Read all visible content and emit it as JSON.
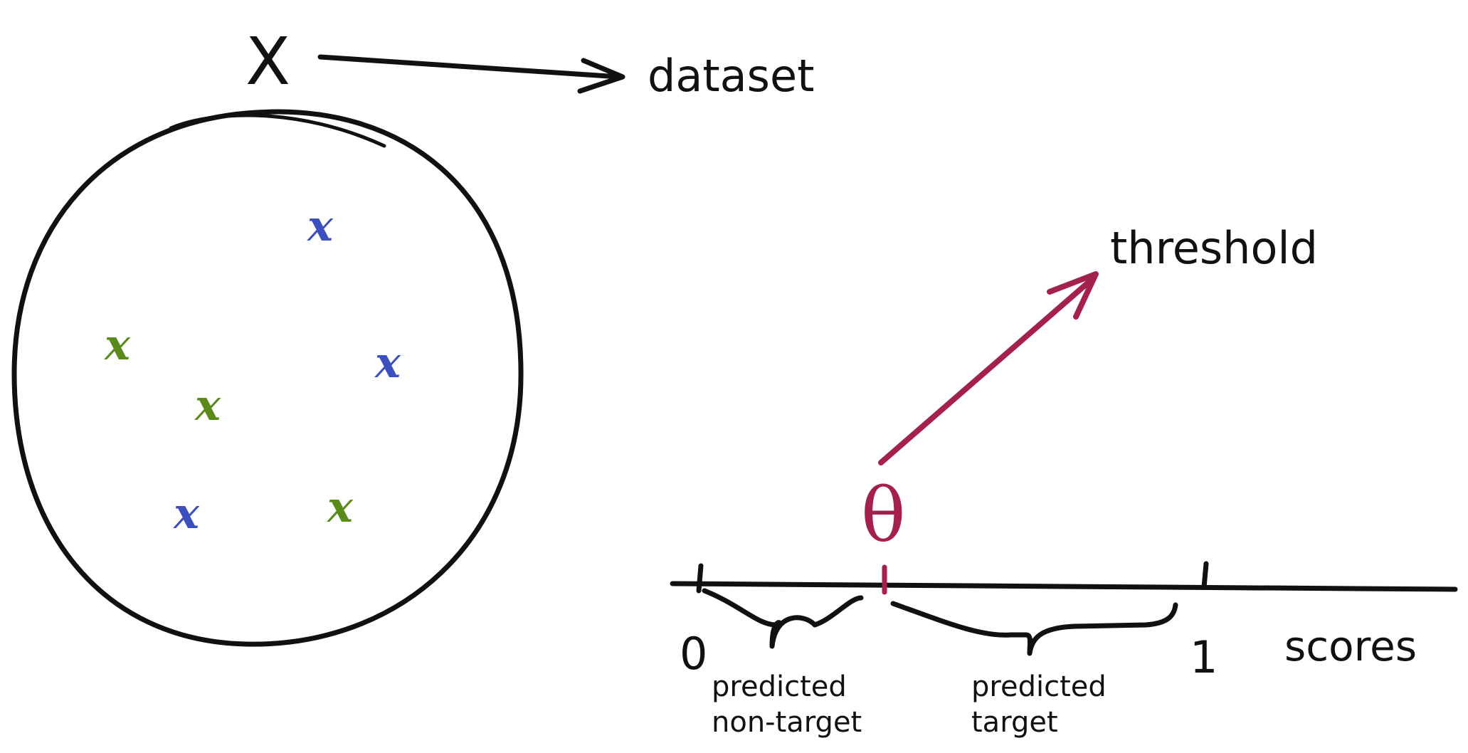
{
  "dataset": {
    "variable": "X",
    "label": "dataset"
  },
  "points": [
    {
      "glyph": "x",
      "color": "#3b4fbf"
    },
    {
      "glyph": "x",
      "color": "#5a8a1a"
    },
    {
      "glyph": "x",
      "color": "#3b4fbf"
    },
    {
      "glyph": "x",
      "color": "#5a8a1a"
    },
    {
      "glyph": "x",
      "color": "#3b4fbf"
    },
    {
      "glyph": "x",
      "color": "#5a8a1a"
    }
  ],
  "threshold": {
    "symbol": "θ",
    "label": "threshold",
    "color": "#a3204f"
  },
  "scale": {
    "min_label": "0",
    "max_label": "1",
    "axis_label": "scores",
    "left_region_line1": "predicted",
    "left_region_line2": "non-target",
    "right_region_line1": "predicted",
    "right_region_line2": "target"
  },
  "colors": {
    "ink": "#111111",
    "class_a": "#3b4fbf",
    "class_b": "#5a8a1a",
    "accent": "#a3204f"
  }
}
